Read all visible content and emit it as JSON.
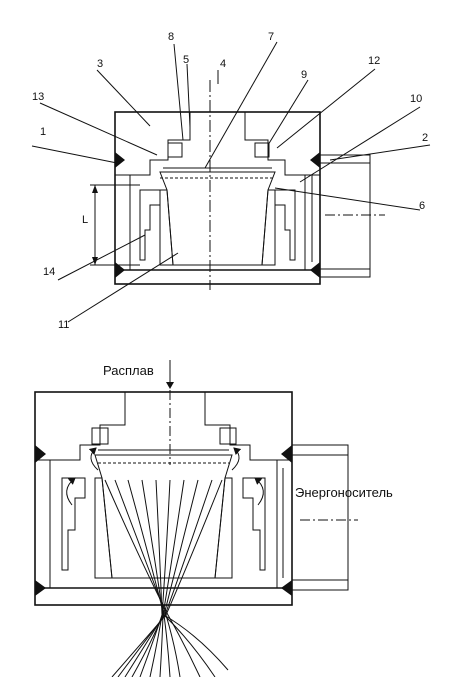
{
  "labels": {
    "n1": "1",
    "n2": "2",
    "n3": "3",
    "n4": "4",
    "n5": "5",
    "n6": "6",
    "n7": "7",
    "n8": "8",
    "n9": "9",
    "n10": "10",
    "n11": "11",
    "n12": "12",
    "n13": "13",
    "n14": "14",
    "dim_L": "L",
    "melt": "Расплав",
    "energy_carrier": "Энергоноситель"
  }
}
